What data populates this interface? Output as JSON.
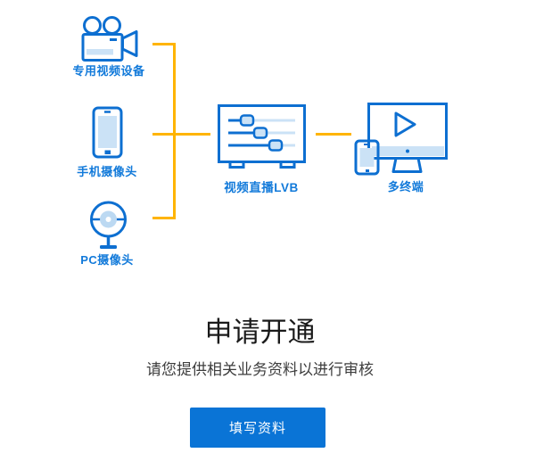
{
  "colors": {
    "primary_blue": "#0d6fd1",
    "label_blue": "#127ada",
    "light_blue_fill": "#cbe2f6",
    "connector_yellow": "#ffb400",
    "button_blue": "#0a74d6",
    "heading_text": "#1a1a1a",
    "subtitle_text": "#3d3d3d",
    "button_text": "#ffffff",
    "background": "#ffffff"
  },
  "diagram": {
    "sources": [
      {
        "icon": "video-camera-icon",
        "label": "专用视频设备"
      },
      {
        "icon": "mobile-phone-icon",
        "label": "手机摄像头"
      },
      {
        "icon": "webcam-icon",
        "label": "PC摄像头"
      }
    ],
    "hub": {
      "icon": "mixer-icon",
      "label": "视频直播LVB"
    },
    "output": {
      "icon": "multi-device-icon",
      "label": "多终端"
    }
  },
  "apply_section": {
    "title": "申请开通",
    "subtitle": "请您提供相关业务资料以进行审核",
    "button_label": "填写资料"
  }
}
